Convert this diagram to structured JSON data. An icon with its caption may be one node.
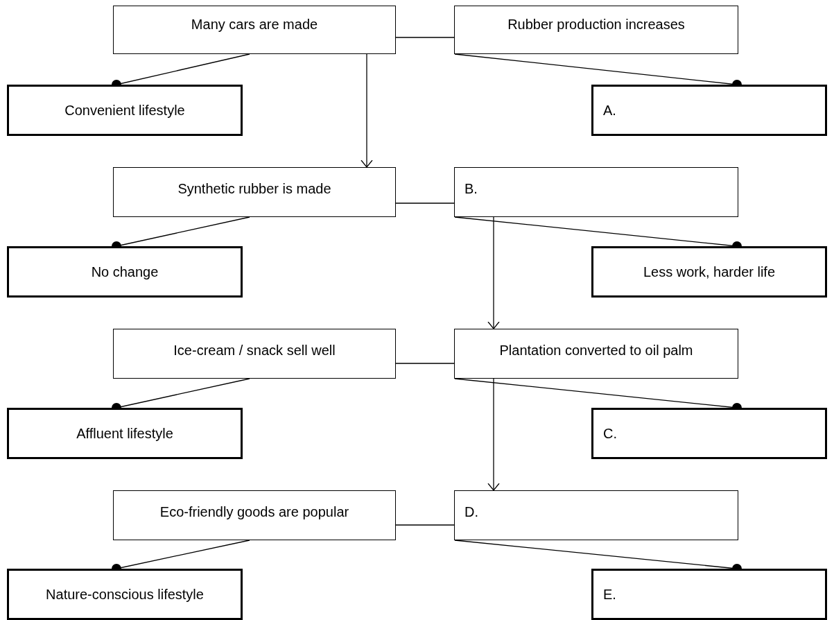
{
  "diagram": {
    "nodes": [
      {
        "text": [
          "Many cars are made"
        ]
      },
      {
        "text": [
          "Rubber production increases"
        ]
      },
      {
        "text": [
          "Convenient lifestyle"
        ]
      },
      {
        "text": [
          "A."
        ]
      },
      {
        "text": [
          "Synthetic rubber is made"
        ]
      },
      {
        "text": [
          "B."
        ]
      },
      {
        "text": [
          "No change"
        ]
      },
      {
        "text": [
          "Less work, harder life"
        ]
      },
      {
        "text": [
          "Ice-cream / snack sell well"
        ]
      },
      {
        "text": [
          "Plantation converted to oil palm"
        ]
      },
      {
        "text": [
          "Affluent lifestyle"
        ]
      },
      {
        "text": [
          "C."
        ]
      },
      {
        "text": [
          "Eco-friendly goods are popular"
        ]
      },
      {
        "text": [
          "D."
        ]
      },
      {
        "text": [
          "Nature-conscious lifestyle"
        ]
      },
      {
        "text": [
          "E."
        ]
      }
    ],
    "edges": [
      {
        "from": 0,
        "to": 1,
        "arrow": "none"
      },
      {
        "from": 0,
        "to": 2,
        "arrow": "other"
      },
      {
        "from": 1,
        "to": 3,
        "arrow": "other"
      },
      {
        "from": 0,
        "to": 4,
        "arrow": "to"
      },
      {
        "from": 4,
        "to": 5,
        "arrow": "none"
      },
      {
        "from": 4,
        "to": 6,
        "arrow": "other"
      },
      {
        "from": 5,
        "to": 7,
        "arrow": "other"
      },
      {
        "from": 5,
        "to": 9,
        "arrow": "to"
      },
      {
        "from": 8,
        "to": 9,
        "arrow": "none"
      },
      {
        "from": 8,
        "to": 10,
        "arrow": "other"
      },
      {
        "from": 9,
        "to": 11,
        "arrow": "other"
      },
      {
        "from": 9,
        "to": 13,
        "arrow": "to"
      },
      {
        "from": 12,
        "to": 13,
        "arrow": "none"
      },
      {
        "from": 12,
        "to": 14,
        "arrow": "other"
      },
      {
        "from": 13,
        "to": 15,
        "arrow": "other"
      }
    ]
  }
}
